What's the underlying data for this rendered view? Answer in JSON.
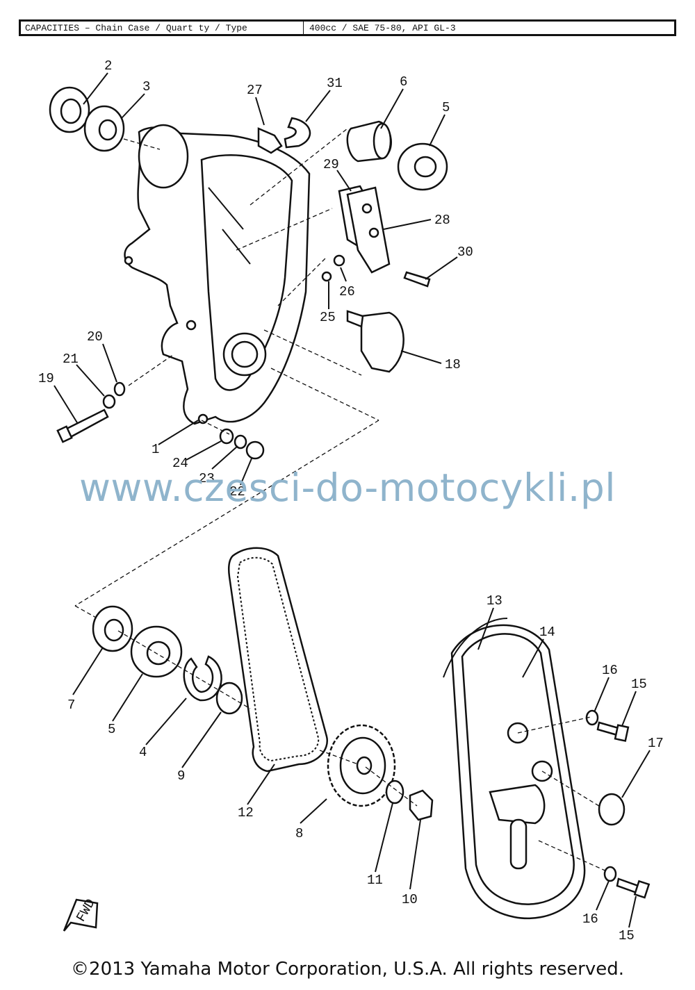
{
  "header": {
    "left": "CAPACITIES – Chain Case / Quart ty / Type",
    "right": "400cc / SAE 75-80, API GL-3"
  },
  "watermark": "www.czesci-do-motocykli.pl",
  "footer": "©2013 Yamaha Motor Corporation, U.S.A. All rights reserved.",
  "fwd_label": "FWD",
  "labels": [
    "2",
    "3",
    "27",
    "31",
    "6",
    "5",
    "29",
    "28",
    "30",
    "26",
    "25",
    "18",
    "20",
    "21",
    "19",
    "1",
    "24",
    "23",
    "22",
    "13",
    "14",
    "16",
    "15",
    "17",
    "7",
    "5",
    "4",
    "9",
    "12",
    "8",
    "11",
    "10",
    "16",
    "15"
  ]
}
